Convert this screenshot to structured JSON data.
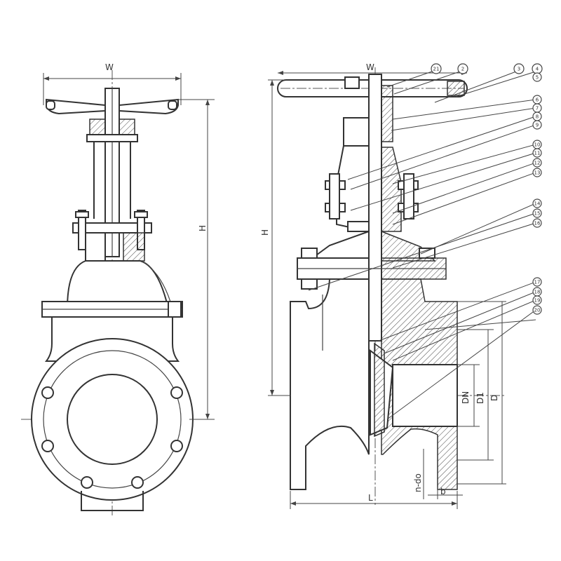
{
  "front_view": {
    "width_label": "W",
    "height_label": "H"
  },
  "section_view": {
    "width_label": "W",
    "height_label": "H",
    "length_label": "L",
    "nominal_diameter_label": "DN",
    "bolt_circle_label": "D1",
    "flange_diameter_label": "D",
    "bolt_holes_label": "n-do",
    "flange_thickness_label": "b"
  },
  "callouts": {
    "top_row": [
      "21",
      "2",
      "3",
      "4"
    ],
    "right_column": [
      "5",
      "6",
      "7",
      "8",
      "9",
      "10",
      "11",
      "12",
      "13",
      "14",
      "15",
      "16",
      "17",
      "18",
      "19",
      "20"
    ]
  }
}
